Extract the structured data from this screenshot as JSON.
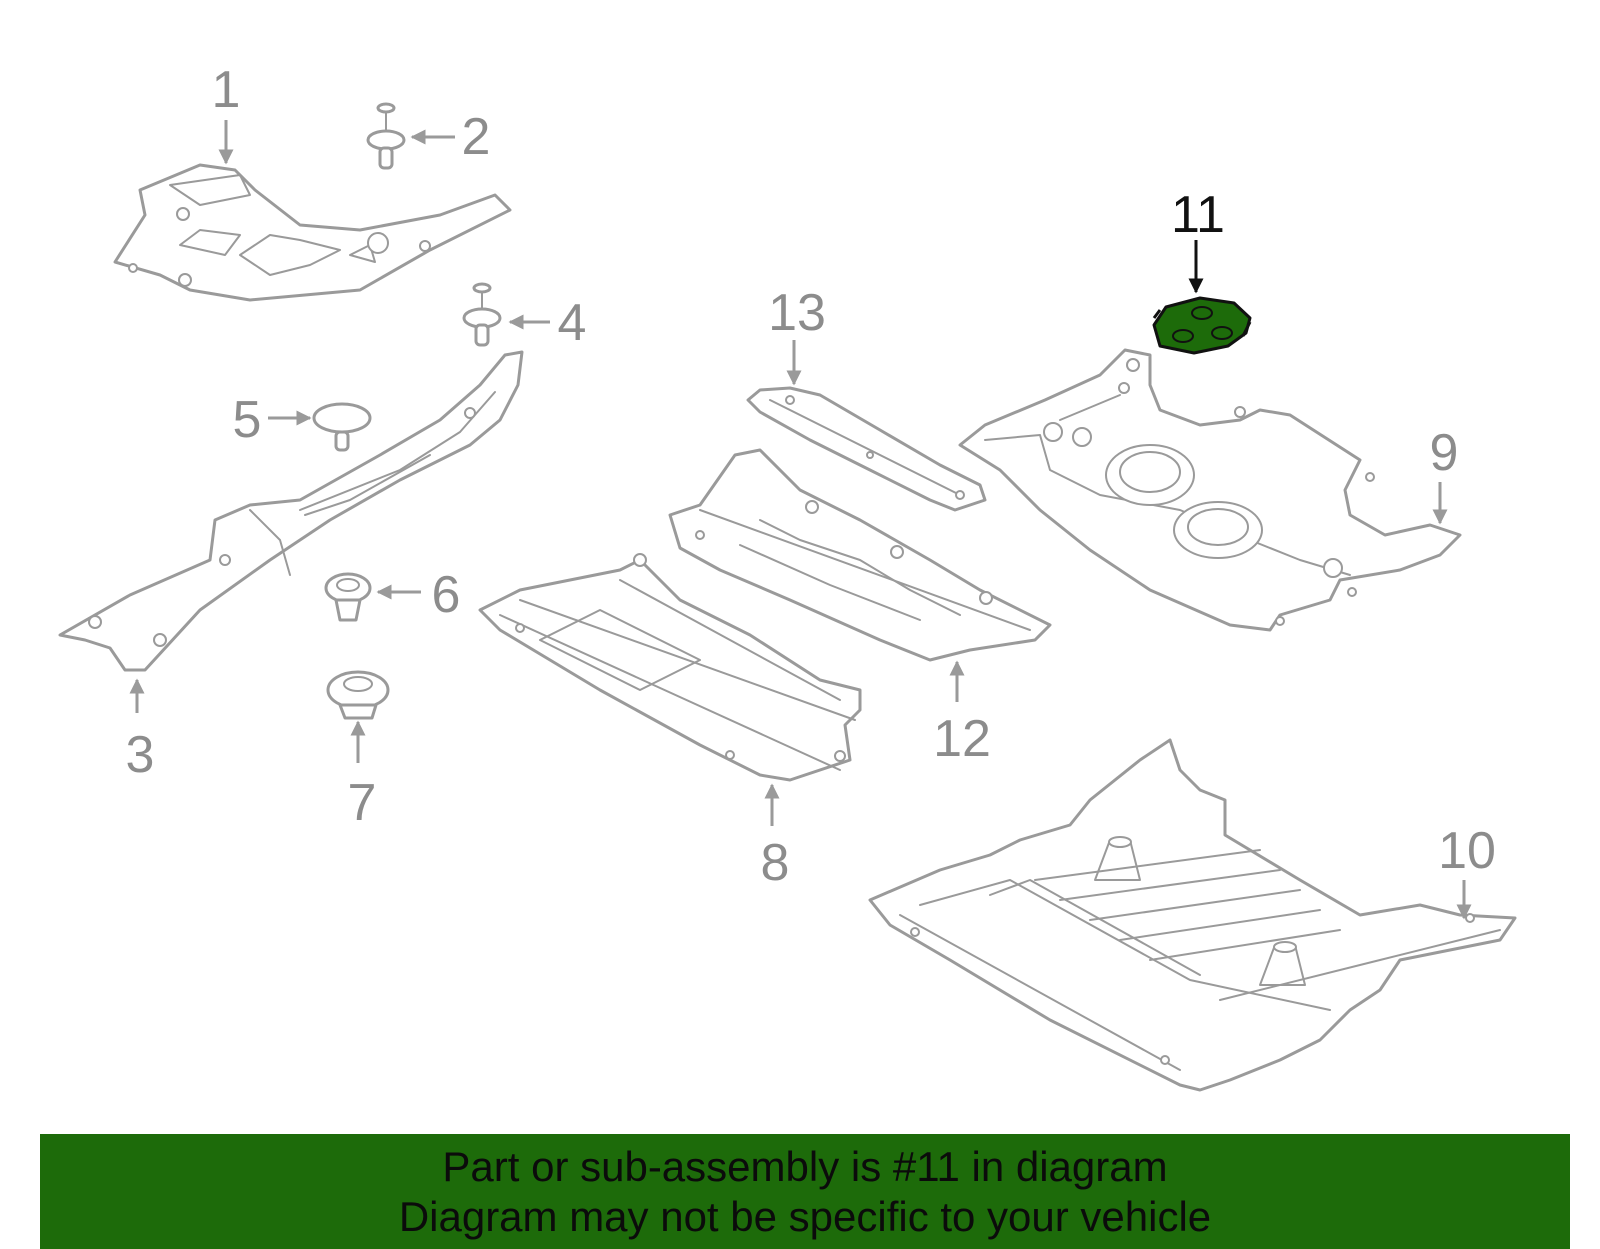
{
  "highlight_color": "#1d6b0a",
  "callouts": {
    "c1": "1",
    "c2": "2",
    "c3": "3",
    "c4": "4",
    "c5": "5",
    "c6": "6",
    "c7": "7",
    "c8": "8",
    "c9": "9",
    "c10": "10",
    "c11": "11",
    "c12": "12",
    "c13": "13"
  },
  "banner": {
    "line1": "Part or sub-assembly is #11 in diagram",
    "line2": "Diagram may not be specific to your vehicle"
  }
}
